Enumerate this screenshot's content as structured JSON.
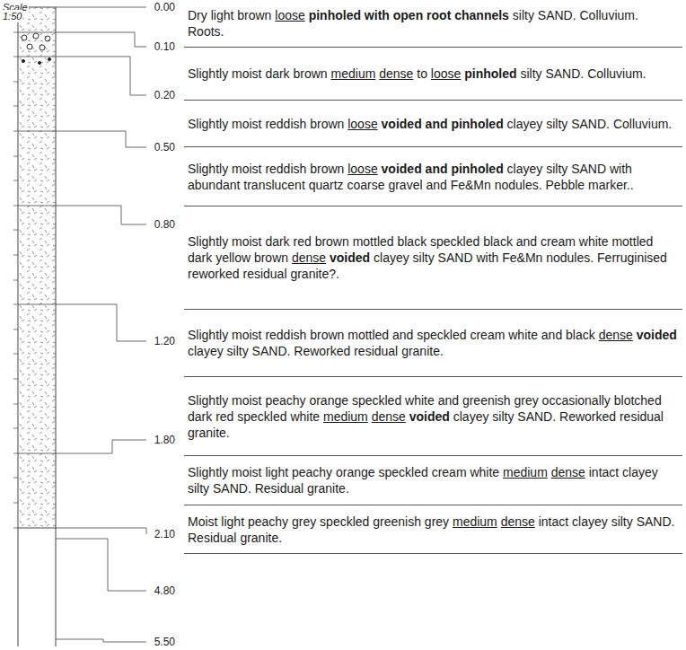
{
  "diagram": {
    "nodes": [
      {
        "text": [
          "Dry light brown loose pinholed with open root channels silty SAND. Colluvium. Roots."
        ]
      },
      {
        "text": [
          "Slightly moist dark brown medium dense to loose pinholed silty SAND. Colluvium."
        ]
      },
      {
        "text": [
          "Slightly moist reddish brown loose voided and pinholed clayey silty SAND. Colluvium."
        ]
      },
      {
        "text": [
          "Slightly moist reddish brown loose voided and pinholed clayey silty SAND with abundant translucent quartz coarse gravel and Fe&Mn nodules. Pebble marker.."
        ]
      },
      {
        "text": [
          "Slightly moist dark red brown mottled black speckled black and cream white mottled dark yellow brown dense voided clayey silty SAND with Fe&Mn nodules. Ferruginised reworked residual granite?."
        ]
      },
      {
        "text": [
          "Slightly moist reddish brown mottled and speckled cream white and black dense voided clayey silty SAND. Reworked residual granite."
        ]
      },
      {
        "text": [
          "Slightly moist peachy orange speckled white and greenish grey occasionally blotched dark red speckled white medium dense voided clayey silty SAND. Reworked residual granite."
        ]
      },
      {
        "text": [
          "Slightly moist light peachy orange speckled cream white medium dense intact clayey silty SAND. Residual granite."
        ]
      },
      {
        "text": [
          "Moist light peachy grey speckled greenish grey medium dense intact clayey silty SAND. Residual granite."
        ]
      }
    ],
    "labels": [
      "Scale",
      "1:50",
      "0.00",
      "0.10",
      "0.20",
      "0.50",
      "0.80",
      "1.20",
      "1.80",
      "2.10",
      "4.80",
      "5.50"
    ]
  }
}
